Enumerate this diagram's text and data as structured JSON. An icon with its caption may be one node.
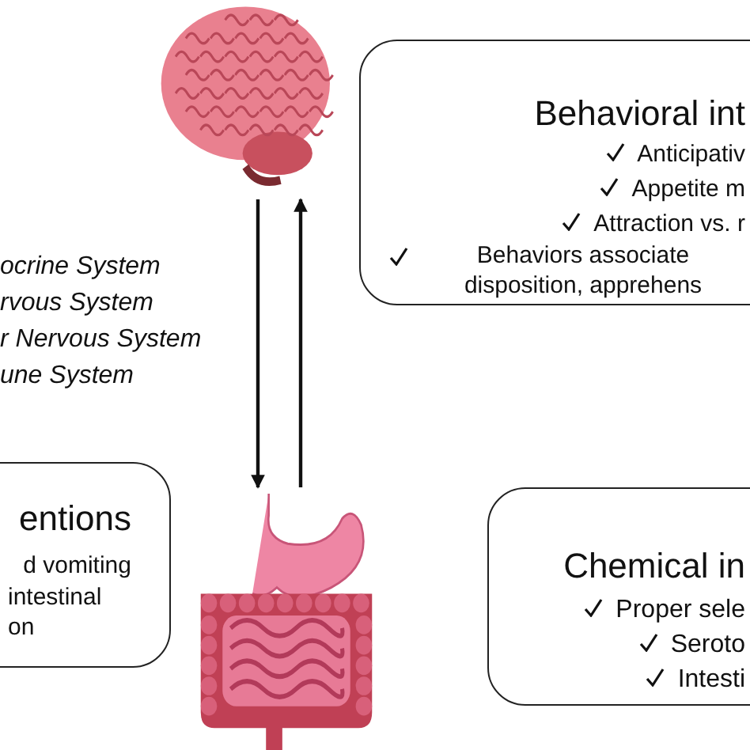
{
  "diagram": {
    "nodes": [
      {
        "text": [],
        "shape": "picture"
      },
      {
        "text": [
          "Behavioral int",
          "Anticipativ",
          "Appetite m",
          "Attraction vs. r",
          "Behaviors associate disposition, apprehens"
        ]
      },
      {
        "text": [
          "entions",
          "d vomiting",
          "intestinal on"
        ]
      },
      {
        "text": [],
        "shape": "picture"
      },
      {
        "text": [
          "Chemical in",
          "Proper sele",
          "Seroto",
          "Intesti"
        ]
      }
    ],
    "edges": [
      {
        "from": 0,
        "to": 3,
        "arrow": "to"
      },
      {
        "from": 3,
        "to": 0,
        "arrow": "to"
      }
    ],
    "labels": [
      "ocrine System",
      "rvous System",
      "r Nervous System",
      "une System"
    ]
  }
}
